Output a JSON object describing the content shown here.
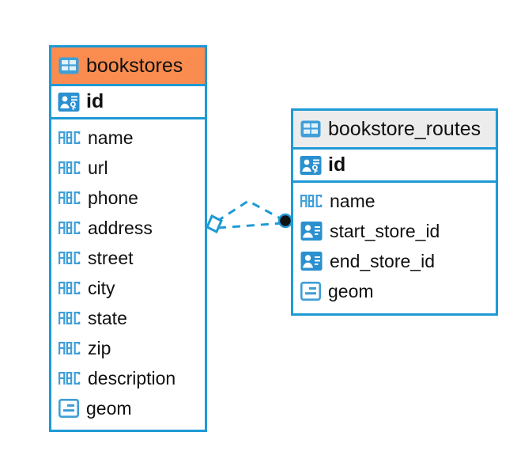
{
  "diagram": {
    "type": "entity-relationship-diagram",
    "background_color": "#ffffff",
    "accent_color": "#1f9ad6",
    "highlight_color": "#fa8c4f",
    "header_gray": "#ececec"
  },
  "entities": [
    {
      "name": "bookstores",
      "header_style": "orange",
      "table_icon": "table-icon",
      "primary_key": {
        "label": "id",
        "icon": "primary-key-icon"
      },
      "fields": [
        {
          "label": "name",
          "icon": "abc-text-icon",
          "type": "text"
        },
        {
          "label": "url",
          "icon": "abc-text-icon",
          "type": "text"
        },
        {
          "label": "phone",
          "icon": "abc-text-icon",
          "type": "text"
        },
        {
          "label": "address",
          "icon": "abc-text-icon",
          "type": "text"
        },
        {
          "label": "street",
          "icon": "abc-text-icon",
          "type": "text"
        },
        {
          "label": "city",
          "icon": "abc-text-icon",
          "type": "text"
        },
        {
          "label": "state",
          "icon": "abc-text-icon",
          "type": "text"
        },
        {
          "label": "zip",
          "icon": "abc-text-icon",
          "type": "text"
        },
        {
          "label": "description",
          "icon": "abc-text-icon",
          "type": "text"
        },
        {
          "label": "geom",
          "icon": "geometry-icon",
          "type": "geometry"
        }
      ]
    },
    {
      "name": "bookstore_routes",
      "header_style": "gray",
      "table_icon": "table-icon",
      "primary_key": {
        "label": "id",
        "icon": "primary-key-icon"
      },
      "fields": [
        {
          "label": "start_store_id",
          "icon": "foreign-key-icon",
          "type": "foreign-key"
        },
        {
          "label": "end_store_id",
          "icon": "foreign-key-icon",
          "type": "foreign-key"
        },
        {
          "label": "geom",
          "icon": "geometry-icon",
          "type": "geometry"
        }
      ],
      "text_fields": [
        {
          "label": "name",
          "icon": "abc-text-icon",
          "type": "text"
        }
      ]
    }
  ],
  "relationship": {
    "source_marker": "diamond-marker",
    "target_marker": "filled-circle-marker",
    "line_style": "dashed",
    "line_color": "#1f9ad6",
    "edge_count": 2
  }
}
